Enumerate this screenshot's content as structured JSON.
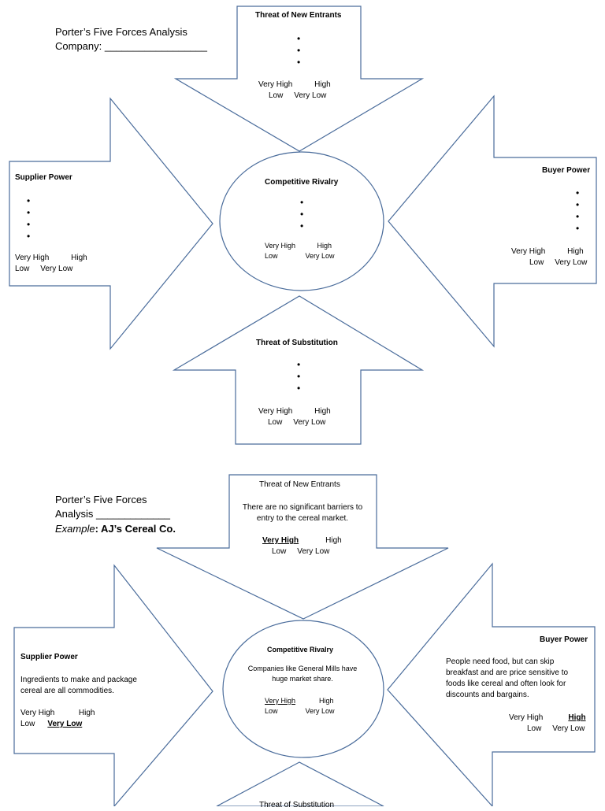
{
  "top": {
    "title_line1": "Porter’s Five Forces Analysis",
    "title_line2": "Company: __________________",
    "threat_new": {
      "title": "Threat of New Entrants",
      "r1": "Very High          High",
      "r2": "Low     Very Low"
    },
    "supplier": {
      "title": "Supplier Power",
      "r1": "Very High          High",
      "r2": "Low     Very Low"
    },
    "rivalry": {
      "title": "Competitive Rivalry",
      "r1": "Very High           High",
      "r2": "Low              Very Low"
    },
    "buyer": {
      "title": "Buyer Power",
      "r1": "Very High          High",
      "r2": "Low     Very Low"
    },
    "substitution": {
      "title": "Threat of Substitution",
      "r1": "Very High          High",
      "r2": "Low     Very Low"
    },
    "bullet": "•"
  },
  "example": {
    "title_line1": "Porter’s Five Forces",
    "title_line2": "Analysis   _____________",
    "example_label": "Example",
    "example_colon": ": ",
    "company": "AJ’s Cereal Co.",
    "threat_new": {
      "title": "Threat of New Entrants",
      "desc": "There are no significant barriers to entry to the cereal market.",
      "selected": "Very High",
      "high": "High",
      "r2": "Low     Very Low"
    },
    "supplier": {
      "title": "Supplier Power",
      "desc": "Ingredients to make and package cereal are all commodities.",
      "r1": "Very High           High",
      "low": "Low",
      "selected": "Very Low"
    },
    "rivalry": {
      "title": "Competitive Rivalry",
      "desc": "Companies like General Mills have huge market share.",
      "selected": "Very High",
      "high": "High",
      "r2": "Low              Very Low"
    },
    "buyer": {
      "title": "Buyer Power",
      "desc": "People need food, but can skip breakfast and are price sensitive to foods like cereal and often look for discounts and bargains.",
      "very_high": "Very High",
      "selected": "High",
      "r2": "Low     Very Low"
    },
    "substitution": {
      "title": "Threat of Substitution"
    }
  },
  "colors": {
    "outline": "#4a6c9b"
  }
}
